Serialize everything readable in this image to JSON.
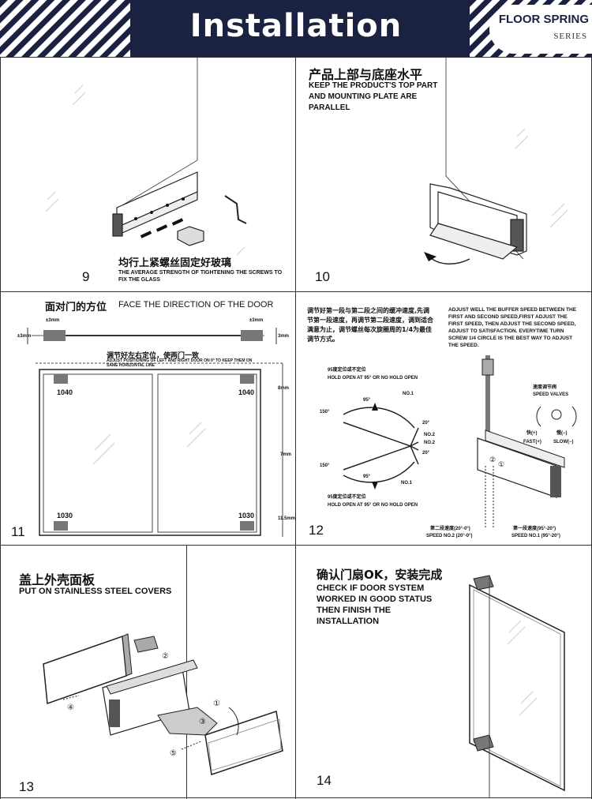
{
  "header": {
    "title": "Installation",
    "badge_main": "FLOOR SPRING",
    "badge_sub": "SERIES"
  },
  "panels": {
    "p9": {
      "number": "9",
      "zh": "均行上紧螺丝固定好玻璃",
      "en": "THE AVERAGE STRENGTH OF TIGHTENING THE SCREWS TO FIX THE GLASS"
    },
    "p10": {
      "number": "10",
      "zh": "产品上部与底座水平",
      "en": "KEEP THE PRODUCT'S TOP PART AND MOUNTING PLATE ARE PARALLEL"
    },
    "p11": {
      "number": "11",
      "zh": "面对门的方位",
      "en": "FACE THE DIRECTION OF THE DOOR",
      "note_zh": "调节好左右定位，使两门一致",
      "note_en": "ADJUST POSITIONING OF LEFT AND RIGHT DOOR ON 0° TO KEEP THEM ON SAME HORIZONTAL LINE",
      "dim_3mm_a": "±3mm",
      "dim_3mm_b": "±3mm",
      "dim_3mm_c": "±3mm",
      "dim_3mm_d": "3mm",
      "dim_8mm": "8mm",
      "dim_7mm": "7mm",
      "dim_115mm": "11.5mm",
      "label_1040_l": "1040",
      "label_1040_r": "1040",
      "label_1030_l": "1030",
      "label_1030_r": "1030"
    },
    "p12": {
      "number": "12",
      "zh": "调节好第一段与第二段之间的缓冲速度,先调节第一段速度，再调节第二段速度，调到适合满意为止，调节螺丝每次旋圈周的1/4为最佳调节方式。",
      "en": "ADJUST WELL THE BUFFER SPEED BETWEEN THE FIRST AND SECOND SPEED,FIRST ADJUST THE FIRST SPEED, THEN ADJUST THE SECOND SPEED, ADJUST TO SATISFACTION. EVERYTIME TURN SCREW 1/4 CIRCLE IS THE BEST WAY TO ADJUST THE SPEED.",
      "hold_top_zh": "95度定位或不定位",
      "hold_top_en": "HOLD OPEN AT 95° OR NO HOLD OPEN",
      "hold_bot_zh": "95度定位或不定位",
      "hold_bot_en": "HOLD OPEN AT 95° OR NO HOLD OPEN",
      "deg_95_top": "95°",
      "deg_95_bot": "95°",
      "deg_150_top": "150°",
      "deg_150_bot": "150°",
      "deg_20_top": "20°",
      "deg_20_bot": "20°",
      "no1_top": "NO.1",
      "no2_a": "NO.2",
      "no2_b": "NO.2",
      "no1_bot": "NO.1",
      "valves_zh": "速度调节阀",
      "valves_en": "SPEED VALVES",
      "fast_zh": "快(+)",
      "fast_en": "FAST(+)",
      "slow_zh": "慢(−)",
      "slow_en": "SLOW(−)",
      "speed2_zh": "第二段速度(20°-0°)",
      "speed2_en": "SPEED NO.2 (20°-0°)",
      "speed1_zh": "第一段速度(95°-20°)",
      "speed1_en": "SPEED NO.1 (95°-20°)",
      "marker1": "①",
      "marker2": "②"
    },
    "p13": {
      "number": "13",
      "zh": "盖上外壳面板",
      "en": "PUT ON STAINLESS STEEL COVERS",
      "m1": "①",
      "m2": "②",
      "m3": "③",
      "m4": "④",
      "m5": "⑤"
    },
    "p14": {
      "number": "14",
      "zh": "确认门扇OK，安装完成",
      "en": "CHECK IF DOOR SYSTEM WORKED IN GOOD STATUS THEN FINISH THE INSTALLATION"
    }
  },
  "colors": {
    "header_band": "#1b2241",
    "line": "#333333"
  }
}
